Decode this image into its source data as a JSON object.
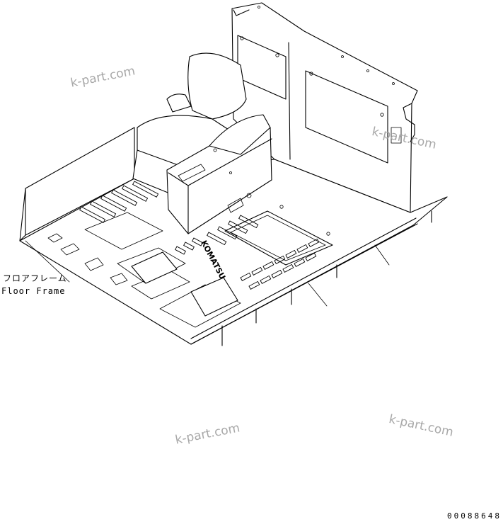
{
  "callout": {
    "label_jp": "フロアフレーム",
    "label_en": "Floor Frame"
  },
  "watermarks": [
    "k-part.com",
    "k-part.com",
    "k-part.com",
    "k-part.com"
  ],
  "figure_code": "00088648"
}
